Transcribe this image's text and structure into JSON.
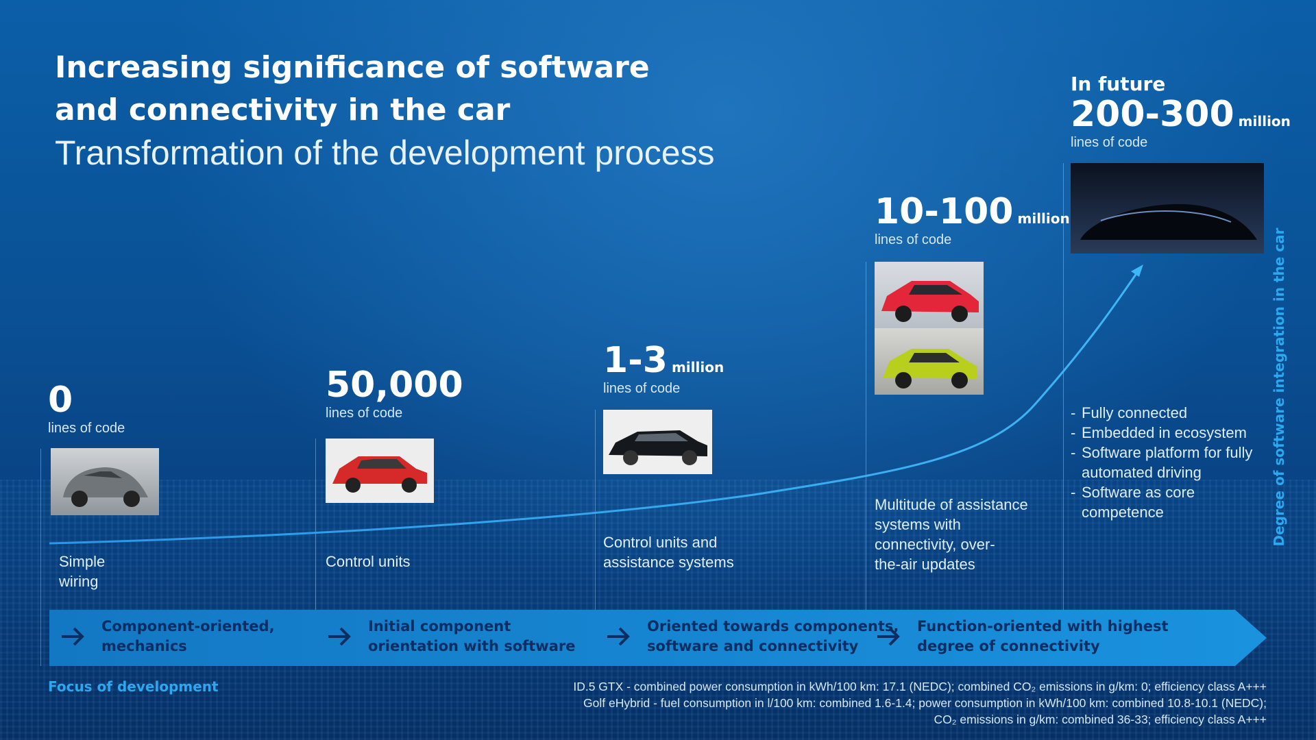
{
  "title": {
    "line1": "Increasing significance of software",
    "line2": "and connectivity in the car",
    "subtitle": "Transformation of the development process"
  },
  "stages": [
    {
      "value": "0",
      "unit": "",
      "loc": "lines of code",
      "description": "Simple\nwiring",
      "focus": "Component-oriented,\nmechanics"
    },
    {
      "value": "50,000",
      "unit": "",
      "loc": "lines of code",
      "description": "Control units",
      "focus": "Initial component\norientation with software"
    },
    {
      "value": "1-3",
      "unit": "million",
      "loc": "lines of code",
      "description": "Control units and\nassistance systems",
      "focus": "Oriented towards components,\nsoftware and connectivity"
    },
    {
      "value": "10-100",
      "unit": "million",
      "loc": "lines of code",
      "description": "Multitude of assistance\nsystems with\nconnectivity, over-\nthe-air updates",
      "focus": "Function-oriented with highest\ndegree of connectivity"
    },
    {
      "prefix": "In future",
      "value": "200-300",
      "unit": "million",
      "loc": "lines of code",
      "bullets": [
        "Fully connected",
        "Embedded in ecosystem",
        "Software platform for fully automated driving",
        "Software as core competence"
      ]
    }
  ],
  "focus_label": "Focus of development",
  "axis_label": "Degree of software integration in the car",
  "footnotes": [
    "ID.5 GTX - combined power consumption in kWh/100 km: 17.1 (NEDC); combined CO₂ emissions in g/km: 0; efficiency class A+++",
    "Golf eHybrid - fuel consumption in l/100 km: combined 1.6-1.4; power consumption in kWh/100 km: combined 10.8-10.1 (NEDC);",
    "CO₂ emissions in g/km: combined 36-33; efficiency class A+++"
  ],
  "colors": {
    "accent": "#2da8ee",
    "focus_band": "#1a8ad6",
    "focus_text": "#0b2e62"
  }
}
